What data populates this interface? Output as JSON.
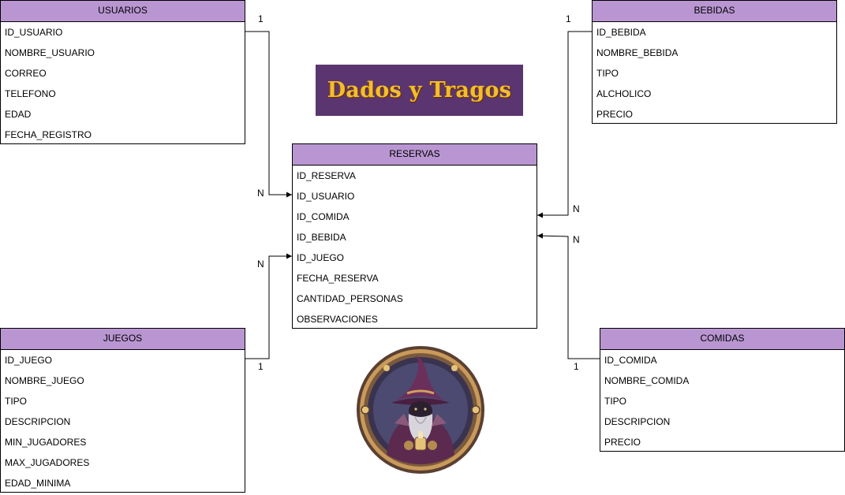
{
  "entities": {
    "usuarios": {
      "title": "USUARIOS",
      "fields": [
        "ID_USUARIO",
        "NOMBRE_USUARIO",
        "CORREO",
        "TELEFONO",
        "EDAD",
        "FECHA_REGISTRO"
      ]
    },
    "bebidas": {
      "title": "BEBIDAS",
      "fields": [
        "ID_BEBIDA",
        "NOMBRE_BEBIDA",
        "TIPO",
        "ALCHOLICO",
        "PRECIO"
      ]
    },
    "reservas": {
      "title": "RESERVAS",
      "fields": [
        "ID_RESERVA",
        "ID_USUARIO",
        "ID_COMIDA",
        "ID_BEBIDA",
        "ID_JUEGO",
        "FECHA_RESERVA",
        "CANTIDAD_PERSONAS",
        "OBSERVACIONES"
      ]
    },
    "juegos": {
      "title": "JUEGOS",
      "fields": [
        "ID_JUEGO",
        "NOMBRE_JUEGO",
        "TIPO",
        "DESCRIPCION",
        "MIN_JUGADORES",
        "MAX_JUGADORES",
        "EDAD_MINIMA"
      ]
    },
    "comidas": {
      "title": "COMIDAS",
      "fields": [
        "ID_COMIDA",
        "NOMBRE_COMIDA",
        "TIPO",
        "DESCRIPCION",
        "PRECIO"
      ]
    }
  },
  "relationships": {
    "usuarios_reservas": {
      "one": "1",
      "many": "N"
    },
    "bebidas_reservas": {
      "one": "1",
      "many": "N"
    },
    "juegos_reservas": {
      "one": "1",
      "many": "N"
    },
    "comidas_reservas": {
      "one": "1",
      "many": "N"
    }
  },
  "logo": {
    "text": "Dados y Tragos",
    "banner_color": "#5b3570",
    "text_color": "#f2be2e"
  },
  "colors": {
    "header_fill": "#b996d2"
  }
}
